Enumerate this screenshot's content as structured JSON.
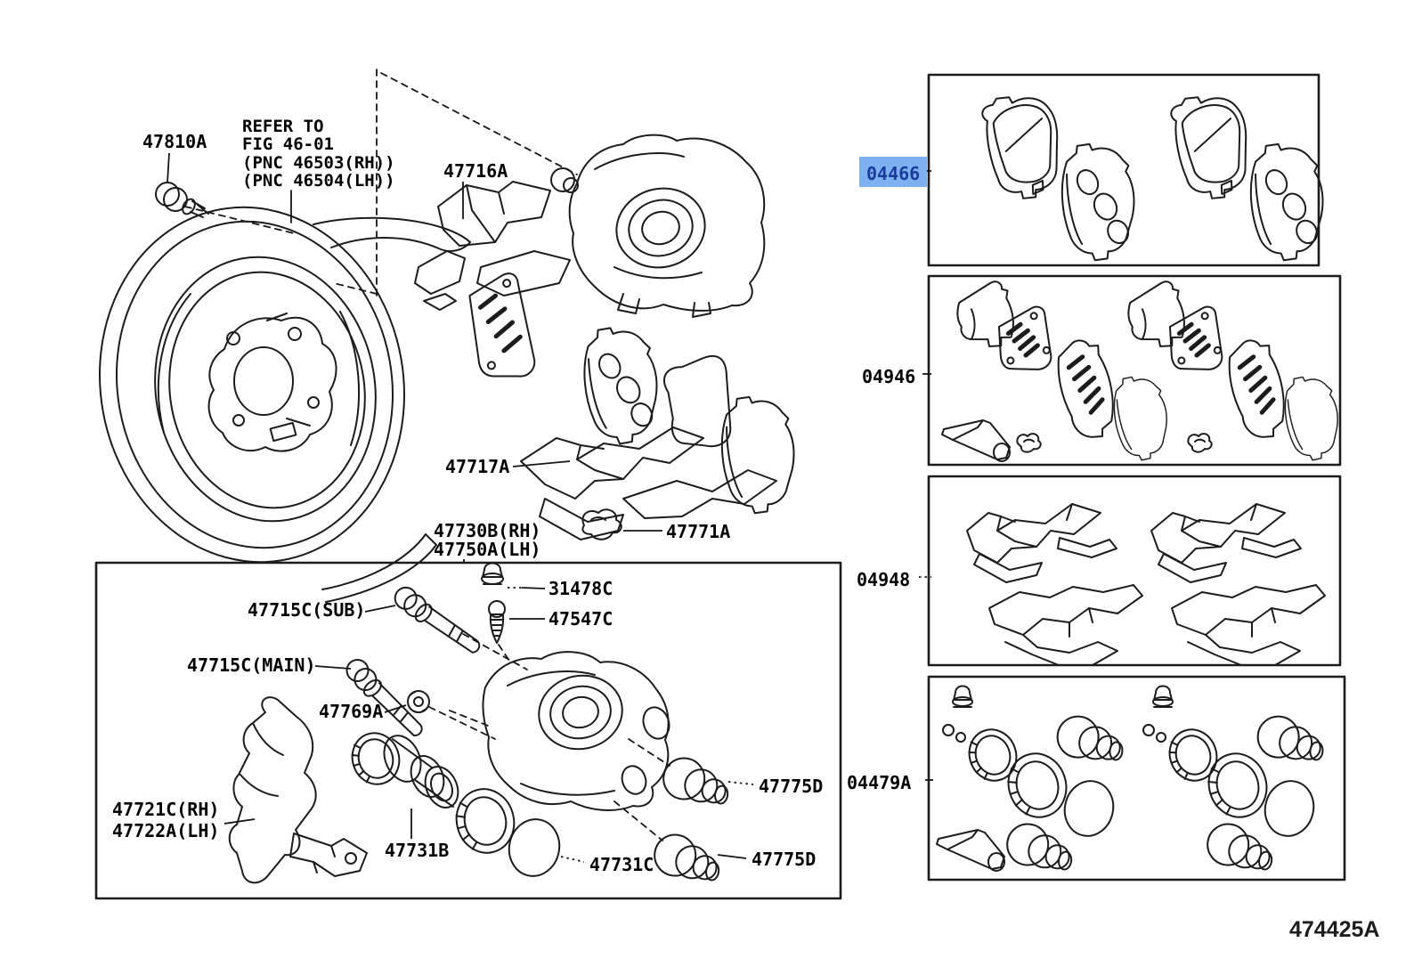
{
  "figure_number": "474425A",
  "colors": {
    "highlight_bg": "#7fb1f2",
    "highlight_text": "#1a3d9c",
    "line": "#1c1c1c",
    "background": "#ffffff"
  },
  "note": {
    "line1": "REFER TO",
    "line2": "FIG 46-01",
    "line3": "(PNC 46503(RH))",
    "line4": "(PNC 46504(LH))"
  },
  "parts": {
    "p47810A": "47810A",
    "p47716A": "47716A",
    "p47717A": "47717A",
    "p47771A": "47771A",
    "p47730B": "47730B(RH)",
    "p47750A": "47750A(LH)",
    "p31478C": "31478C",
    "p47547C": "47547C",
    "p47715C_sub": "47715C(SUB)",
    "p47715C_main": "47715C(MAIN)",
    "p47769A": "47769A",
    "p47721C": "47721C(RH)",
    "p47722A": "47722A(LH)",
    "p47731B": "47731B",
    "p47731C": "47731C",
    "p47775D_upper": "47775D",
    "p47775D_lower": "47775D"
  },
  "kits": {
    "k04466": {
      "code": "04466",
      "highlighted": true
    },
    "k04946": {
      "code": "04946",
      "highlighted": false
    },
    "k04948": {
      "code": "04948",
      "highlighted": false
    },
    "k04479A": {
      "code": "04479A",
      "highlighted": false
    }
  }
}
